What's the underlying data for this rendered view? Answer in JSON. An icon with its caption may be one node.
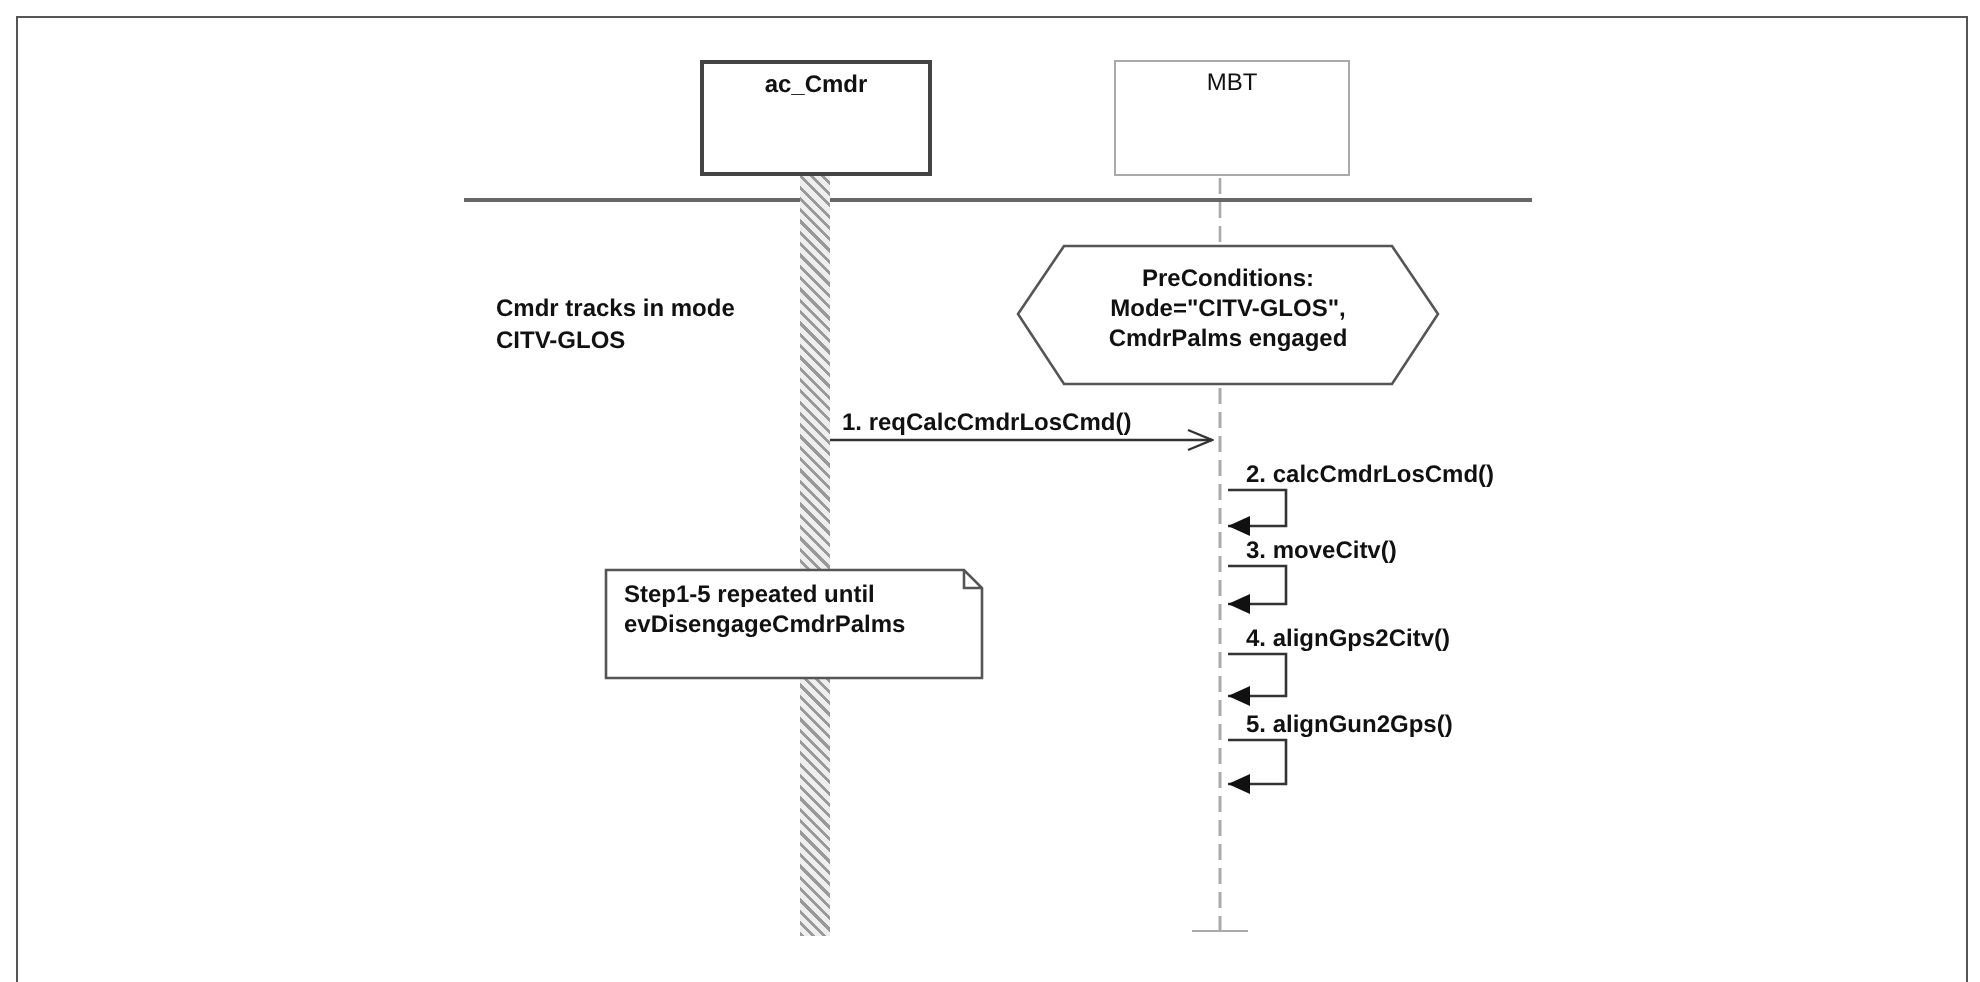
{
  "diagram": {
    "nodes": [
      {
        "text": [
          "ac_Cmdr"
        ]
      },
      {
        "text": [
          "MBT"
        ]
      },
      {
        "text": [],
        "shape": "bar"
      },
      {
        "text": [],
        "shape": "line"
      },
      {
        "text": [
          "PreConditions:",
          "Mode=\"CITV-GLOS\", CmdrPalms engaged"
        ]
      },
      {
        "text": [
          "Step1-5 repeated until evDisengageCmdrPalms"
        ]
      }
    ],
    "edges": [
      {
        "from": 1,
        "to": 4,
        "arrow": "none",
        "style": "dashed",
        "color": "#aaaaaa"
      },
      {
        "from": 2,
        "to": 3,
        "arrow": "to",
        "label": "1. reqCalcCmdrLosCmd()"
      },
      {
        "from": 3,
        "to": 3,
        "arrow": "to",
        "label": "2. calcCmdrLosCmd()"
      },
      {
        "from": 3,
        "to": 3,
        "arrow": "to",
        "label": "3. moveCitv()"
      },
      {
        "from": 3,
        "to": 3,
        "arrow": "to",
        "label": "4. alignGps2Citv()"
      },
      {
        "from": 3,
        "to": 3,
        "arrow": "to",
        "label": "5. alignGun2Gps()"
      }
    ],
    "labels": [
      "Cmdr tracks in mode CITV-GLOS"
    ]
  }
}
